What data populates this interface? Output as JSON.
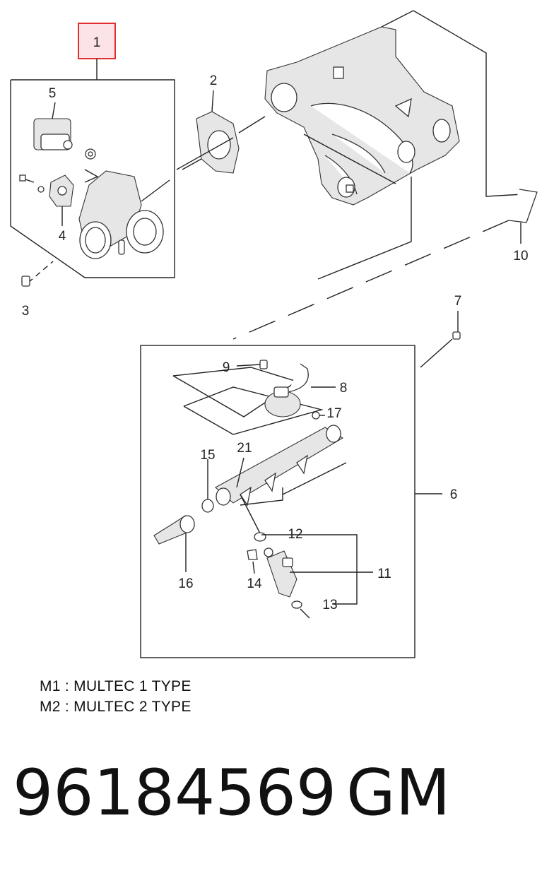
{
  "callouts": [
    {
      "id": "c1",
      "text": "1"
    },
    {
      "id": "c2",
      "text": "2"
    },
    {
      "id": "c3",
      "text": "3"
    },
    {
      "id": "c4",
      "text": "4"
    },
    {
      "id": "c5",
      "text": "5"
    },
    {
      "id": "c6",
      "text": "6"
    },
    {
      "id": "c7",
      "text": "7"
    },
    {
      "id": "c8",
      "text": "8"
    },
    {
      "id": "c9",
      "text": "9"
    },
    {
      "id": "c10",
      "text": "10"
    },
    {
      "id": "c11",
      "text": "11"
    },
    {
      "id": "c12",
      "text": "12"
    },
    {
      "id": "c13",
      "text": "13"
    },
    {
      "id": "c14",
      "text": "14"
    },
    {
      "id": "c15",
      "text": "15"
    },
    {
      "id": "c16",
      "text": "16"
    },
    {
      "id": "c17",
      "text": "17"
    },
    {
      "id": "c21",
      "text": "21"
    }
  ],
  "highlight": {
    "callout": "1",
    "border_color": "#e03030",
    "fill_color": "#fbe3e8"
  },
  "legend": [
    "M1 : MULTEC 1  TYPE",
    "M2 : MULTEC 2  TYPE"
  ],
  "footer": {
    "part_number": "96184569",
    "brand": "GM"
  }
}
